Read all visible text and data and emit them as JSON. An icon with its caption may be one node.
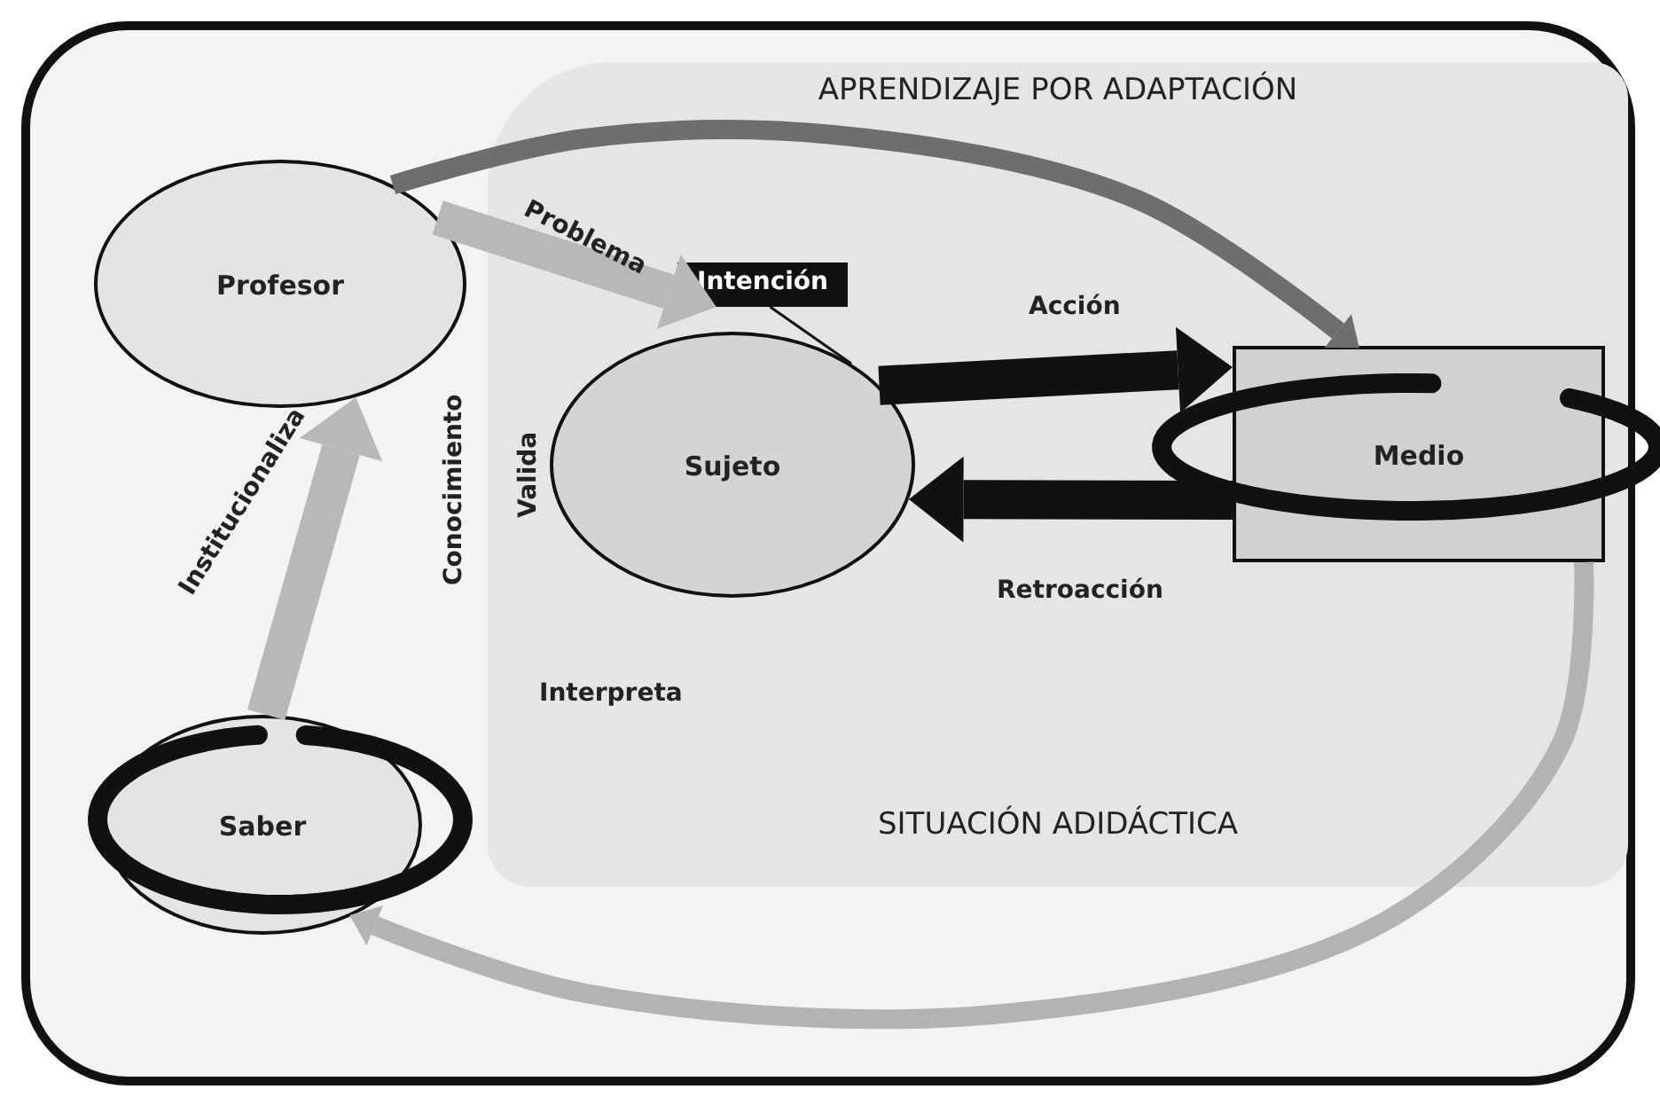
{
  "diagram": {
    "nodes": [
      {
        "text": [
          "APRENDIZAJE POR ADAPTACIÓN",
          "SITUACIÓN ADIDÁCTICA"
        ]
      },
      {
        "text": [
          "Profesor"
        ]
      },
      {
        "text": [
          "Intención"
        ],
        "in": 0
      },
      {
        "text": [
          "Sujeto"
        ],
        "in": 0
      },
      {
        "text": [
          "Medio"
        ],
        "in": 0
      },
      {
        "text": [
          "Saber"
        ]
      }
    ],
    "edges": [
      {
        "from": 1,
        "to": 2,
        "arrow": "to",
        "label": "Problema",
        "color": "#b8b8b8"
      },
      {
        "from": 2,
        "to": 3,
        "arrow": "none",
        "color": "#111111"
      },
      {
        "from": 3,
        "to": 4,
        "arrow": "to",
        "label": "Acción",
        "color": "#111111"
      },
      {
        "from": 4,
        "to": 3,
        "arrow": "to",
        "label": "Retroacción",
        "color": "#111111"
      },
      {
        "from": 5,
        "to": 1,
        "arrow": "to",
        "label": "Institucionaliza",
        "color": "#b8b8b8"
      },
      {
        "from": 1,
        "to": 4,
        "arrow": "to",
        "color": "#6e6e6e"
      },
      {
        "from": 4,
        "to": 5,
        "arrow": "to",
        "color": "#b3b3b3"
      }
    ],
    "labels": [
      "Conocimiento",
      "Valida",
      "Interpreta"
    ]
  }
}
